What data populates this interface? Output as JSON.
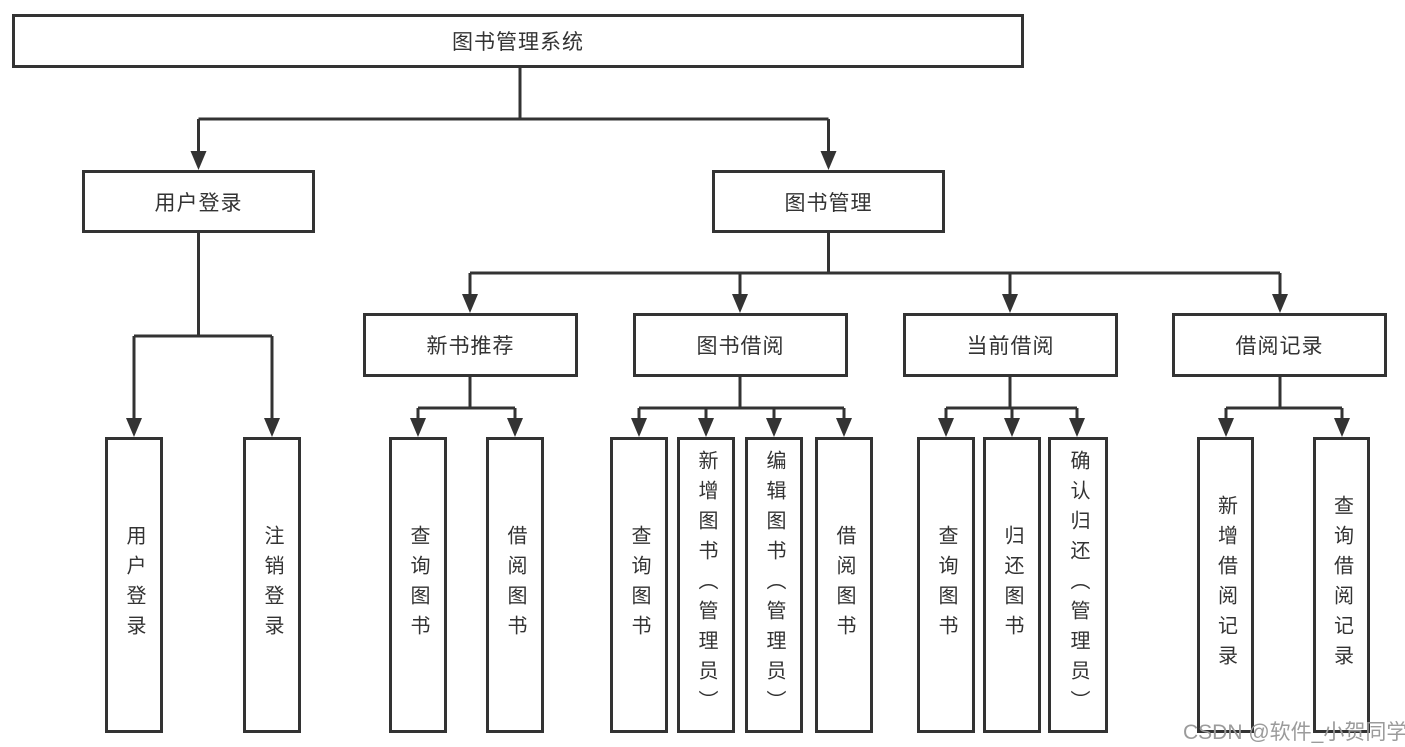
{
  "tree": {
    "root": {
      "label": "图书管理系统"
    },
    "children": [
      {
        "label": "用户登录",
        "children": [
          {
            "label": "用户登录"
          },
          {
            "label": "注销登录"
          }
        ]
      },
      {
        "label": "图书管理",
        "children": [
          {
            "label": "新书推荐",
            "children": [
              {
                "label": "查询图书"
              },
              {
                "label": "借阅图书"
              }
            ]
          },
          {
            "label": "图书借阅",
            "children": [
              {
                "label": "查询图书"
              },
              {
                "label": "新增图书（管理员）"
              },
              {
                "label": "编辑图书（管理员）"
              },
              {
                "label": "借阅图书"
              }
            ]
          },
          {
            "label": "当前借阅",
            "children": [
              {
                "label": "查询图书"
              },
              {
                "label": "归还图书"
              },
              {
                "label": "确认归还（管理员）"
              }
            ]
          },
          {
            "label": "借阅记录",
            "children": [
              {
                "label": "新增借阅记录"
              },
              {
                "label": "查询借阅记录"
              }
            ]
          }
        ]
      }
    ]
  },
  "watermark": {
    "text": "CSDN @软件_小贺同学"
  },
  "colors": {
    "line": "#333333",
    "text": "#333333",
    "watermark": "#9b9b9b",
    "background": "#ffffff"
  }
}
